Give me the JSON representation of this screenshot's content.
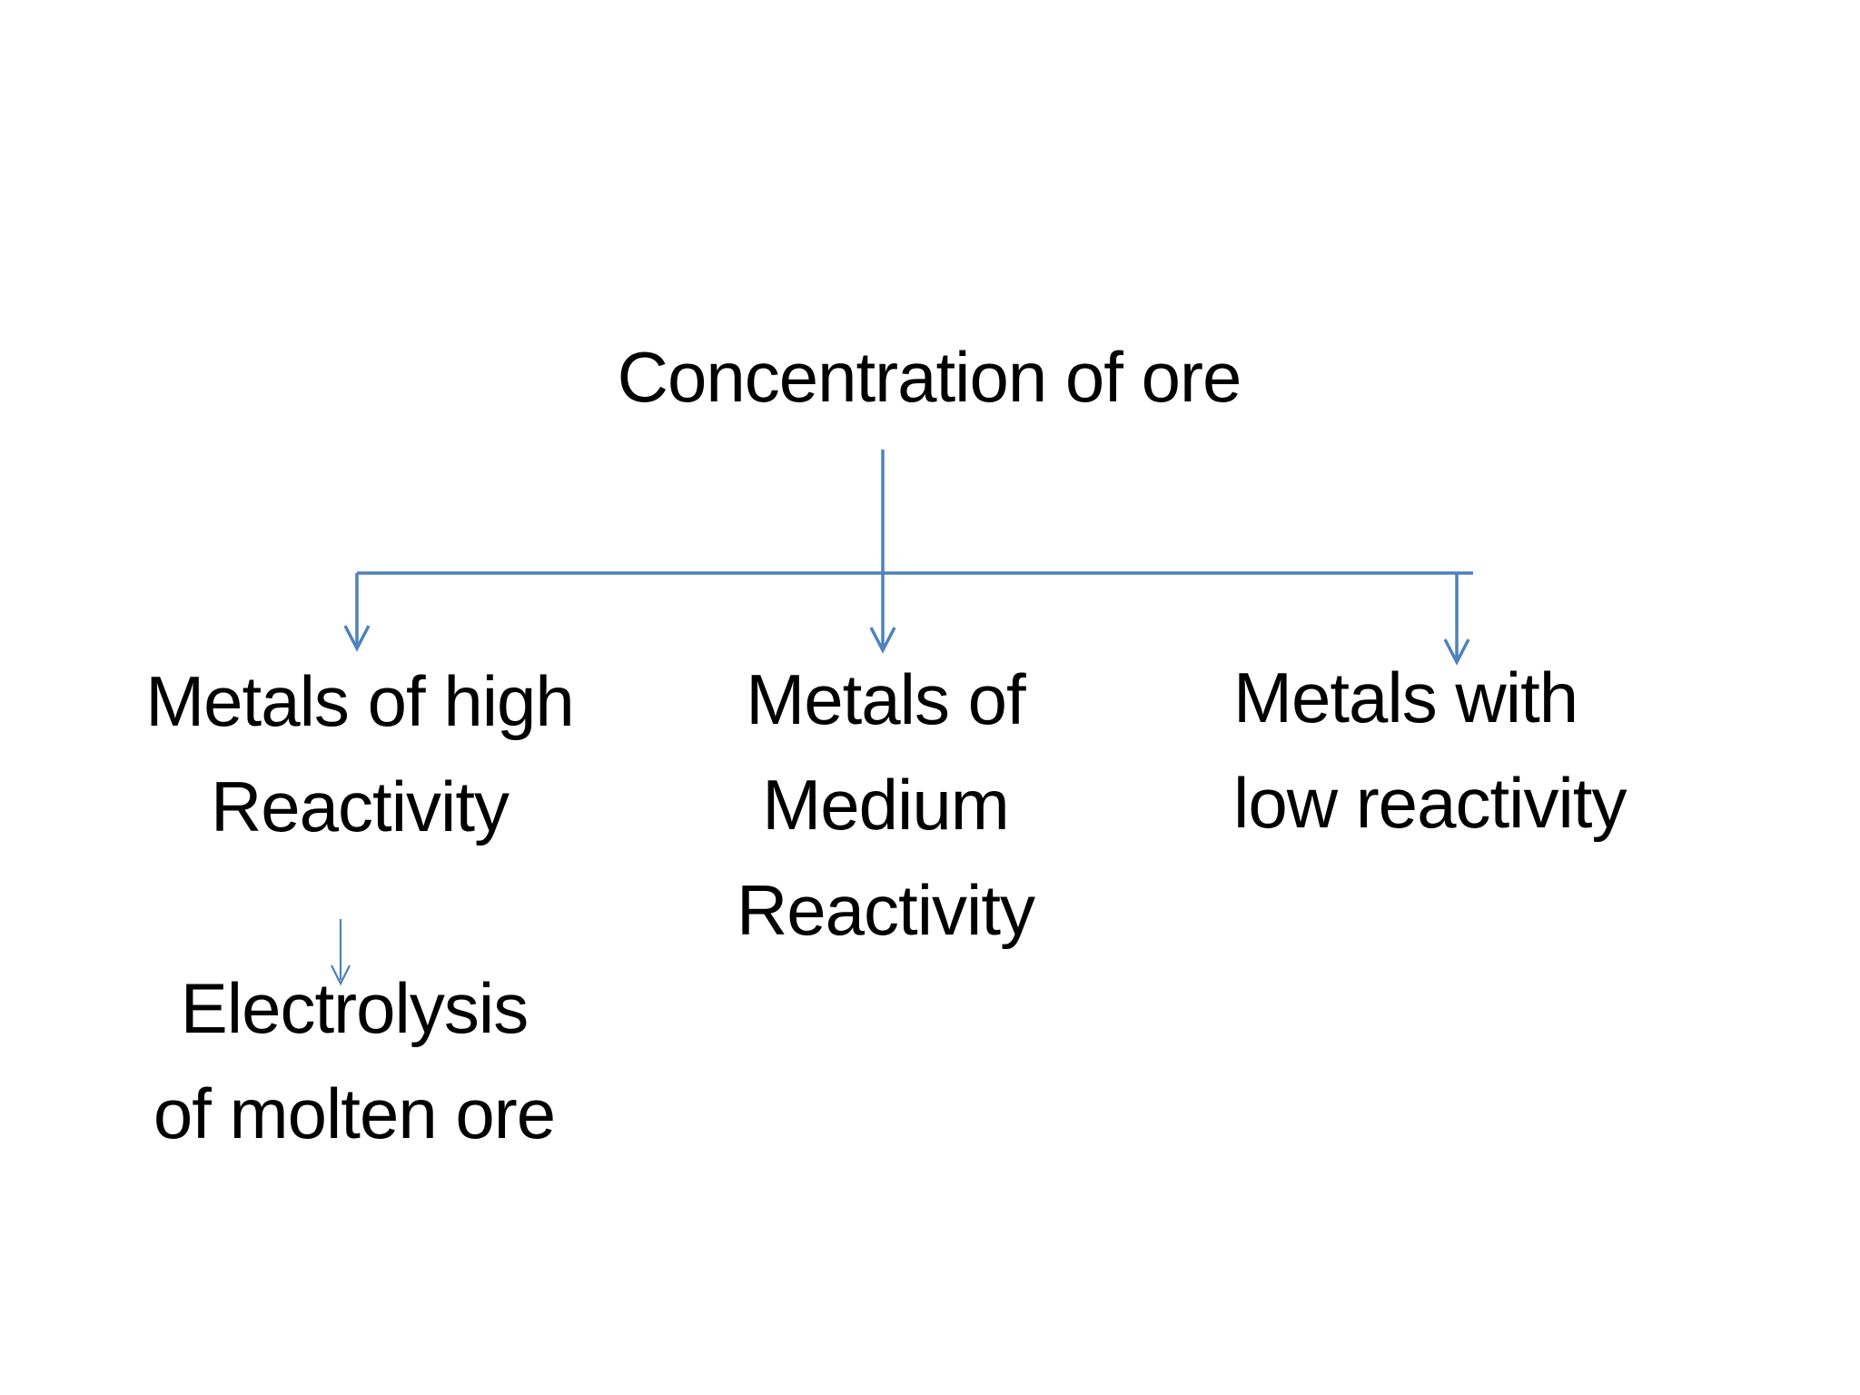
{
  "diagram": {
    "background_color": "#ffffff",
    "text_color": "#000000",
    "accent_color": "#4F81BD",
    "nodes": {
      "title": {
        "text": "Concentration of ore"
      },
      "high": {
        "lines": [
          "Metals of high",
          "Reactivity"
        ]
      },
      "medium": {
        "lines": [
          "Metals of",
          "Medium",
          "Reactivity"
        ]
      },
      "low": {
        "lines": [
          "Metals with",
          "low reactivity"
        ]
      },
      "electrolysis": {
        "lines": [
          "Electrolysis",
          "of molten ore"
        ]
      }
    },
    "edges": [
      {
        "from": "title",
        "to": "high"
      },
      {
        "from": "title",
        "to": "medium"
      },
      {
        "from": "title",
        "to": "low"
      },
      {
        "from": "high",
        "to": "electrolysis"
      }
    ]
  }
}
